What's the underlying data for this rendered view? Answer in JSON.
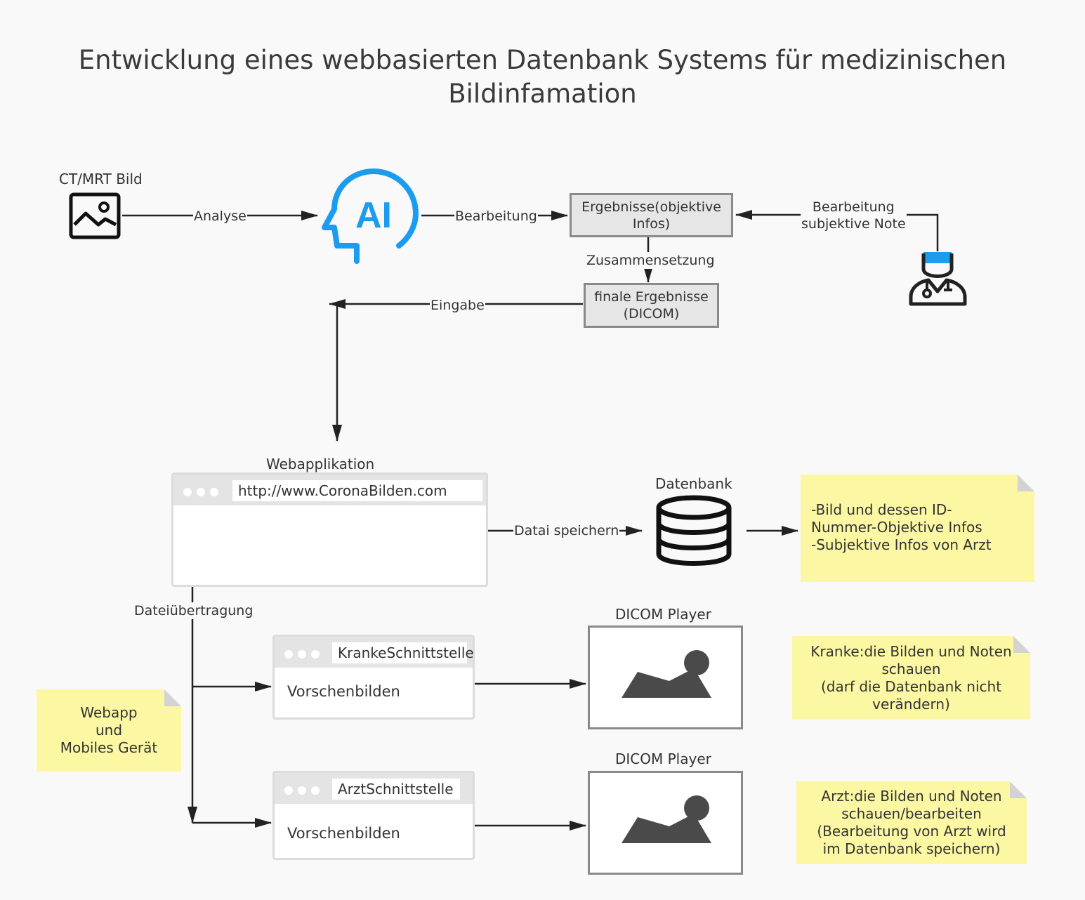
{
  "title": {
    "line1": "Entwicklung eines webbasierten Datenbank Systems für medizinischen",
    "line2": "Bildinfamation"
  },
  "nodes": {
    "ct_bild": {
      "label": "CT/MRT Bild",
      "icon": "image-icon"
    },
    "ai": {
      "icon_text": "AI",
      "icon": "ai-head-icon",
      "color": "#1a9cf0"
    },
    "ergebnisse": {
      "line1": "Ergebnisse(objektive",
      "line2": "Infos)"
    },
    "finale": {
      "line1": "finale Ergebnisse",
      "line2": "(DICOM)"
    },
    "arzt": {
      "icon": "doctor-icon",
      "accent": "#1a9cf0"
    },
    "webapplikation": {
      "label": "Webapplikation",
      "url": "http://www.CoronaBilden.com"
    },
    "datenbank": {
      "label": "Datenbank",
      "icon": "database-icon"
    },
    "kranke": {
      "tab": "KrankeSchnittstelle",
      "content": "Vorschenbilden"
    },
    "arzt_ui": {
      "tab": "ArztSchnittstelle",
      "content": "Vorschenbilden"
    },
    "player1": {
      "label": "DICOM Player",
      "icon": "image-placeholder-icon"
    },
    "player2": {
      "label": "DICOM Player",
      "icon": "image-placeholder-icon"
    }
  },
  "edges": {
    "analyse": "Analyse",
    "bearbeitung": "Bearbeitung",
    "bearbeitung_subjektiv": {
      "line1": "Bearbeitung",
      "line2": "subjektive Note"
    },
    "zusammensetzung": "Zusammensetzung",
    "eingabe": "Eingabe",
    "datai_speichern": "Datai speichern",
    "dateiuebertragung": "Dateiübertragung"
  },
  "notes": {
    "datenbank_info": {
      "line1": "-Bild und dessen ID-",
      "line2": "Nummer-Objektive Infos",
      "line3": "-Subjektive Infos von Arzt"
    },
    "webapp": {
      "line1": "Webapp",
      "line2": "und",
      "line3": "Mobiles Gerät"
    },
    "kranke": {
      "line1": "Kranke:die Bilden und Noten",
      "line2": "schauen",
      "line3": "(darf die Datenbank nicht",
      "line4": "verändern)"
    },
    "arzt": {
      "line1": "Arzt:die Bilden und Noten",
      "line2": "schauen/bearbeiten",
      "line3": "(Bearbeitung von Arzt wird",
      "line4": "im Datenbank speichern)"
    }
  },
  "colors": {
    "note": "#fbf7a3",
    "box": "#e6e6e6",
    "accent": "#1a9cf0"
  }
}
